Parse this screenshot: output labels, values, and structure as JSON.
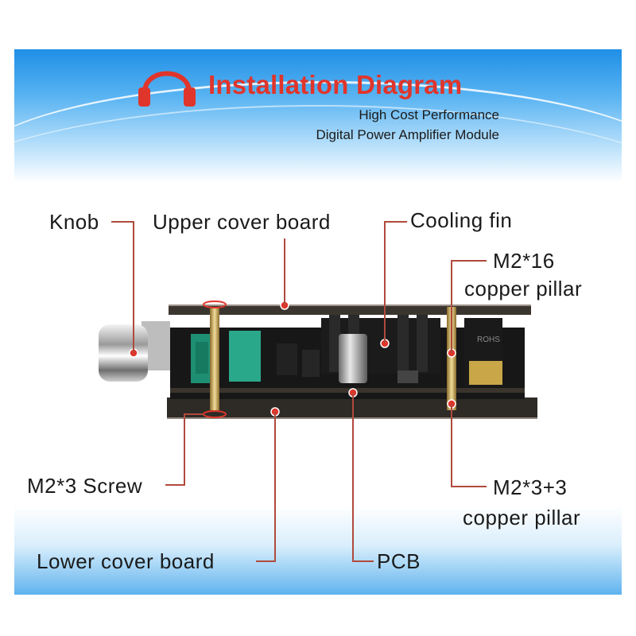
{
  "header": {
    "title": "Installation Diagram",
    "subtitle_line1": "High Cost Performance",
    "subtitle_line2": "Digital Power Amplifier Module"
  },
  "callouts": {
    "knob": "Knob",
    "upper_cover_board": "Upper cover board",
    "cooling_fin": "Cooling fin",
    "m2_16_line1": "M2*16",
    "m2_16_line2": "copper pillar",
    "m2_3_screw": "M2*3 Screw",
    "m2_3_3_line1": "M2*3+3",
    "m2_3_3_line2": "copper pillar",
    "lower_cover_board": "Lower cover board",
    "pcb": "PCB"
  },
  "board": {
    "chip_marking": "ROHS"
  },
  "colors": {
    "accent_red": "#e0352b",
    "leader_line": "#b04a3d",
    "banner_blue": "#1f8fe6"
  },
  "icons": {
    "header_icon": "headphones-icon"
  }
}
